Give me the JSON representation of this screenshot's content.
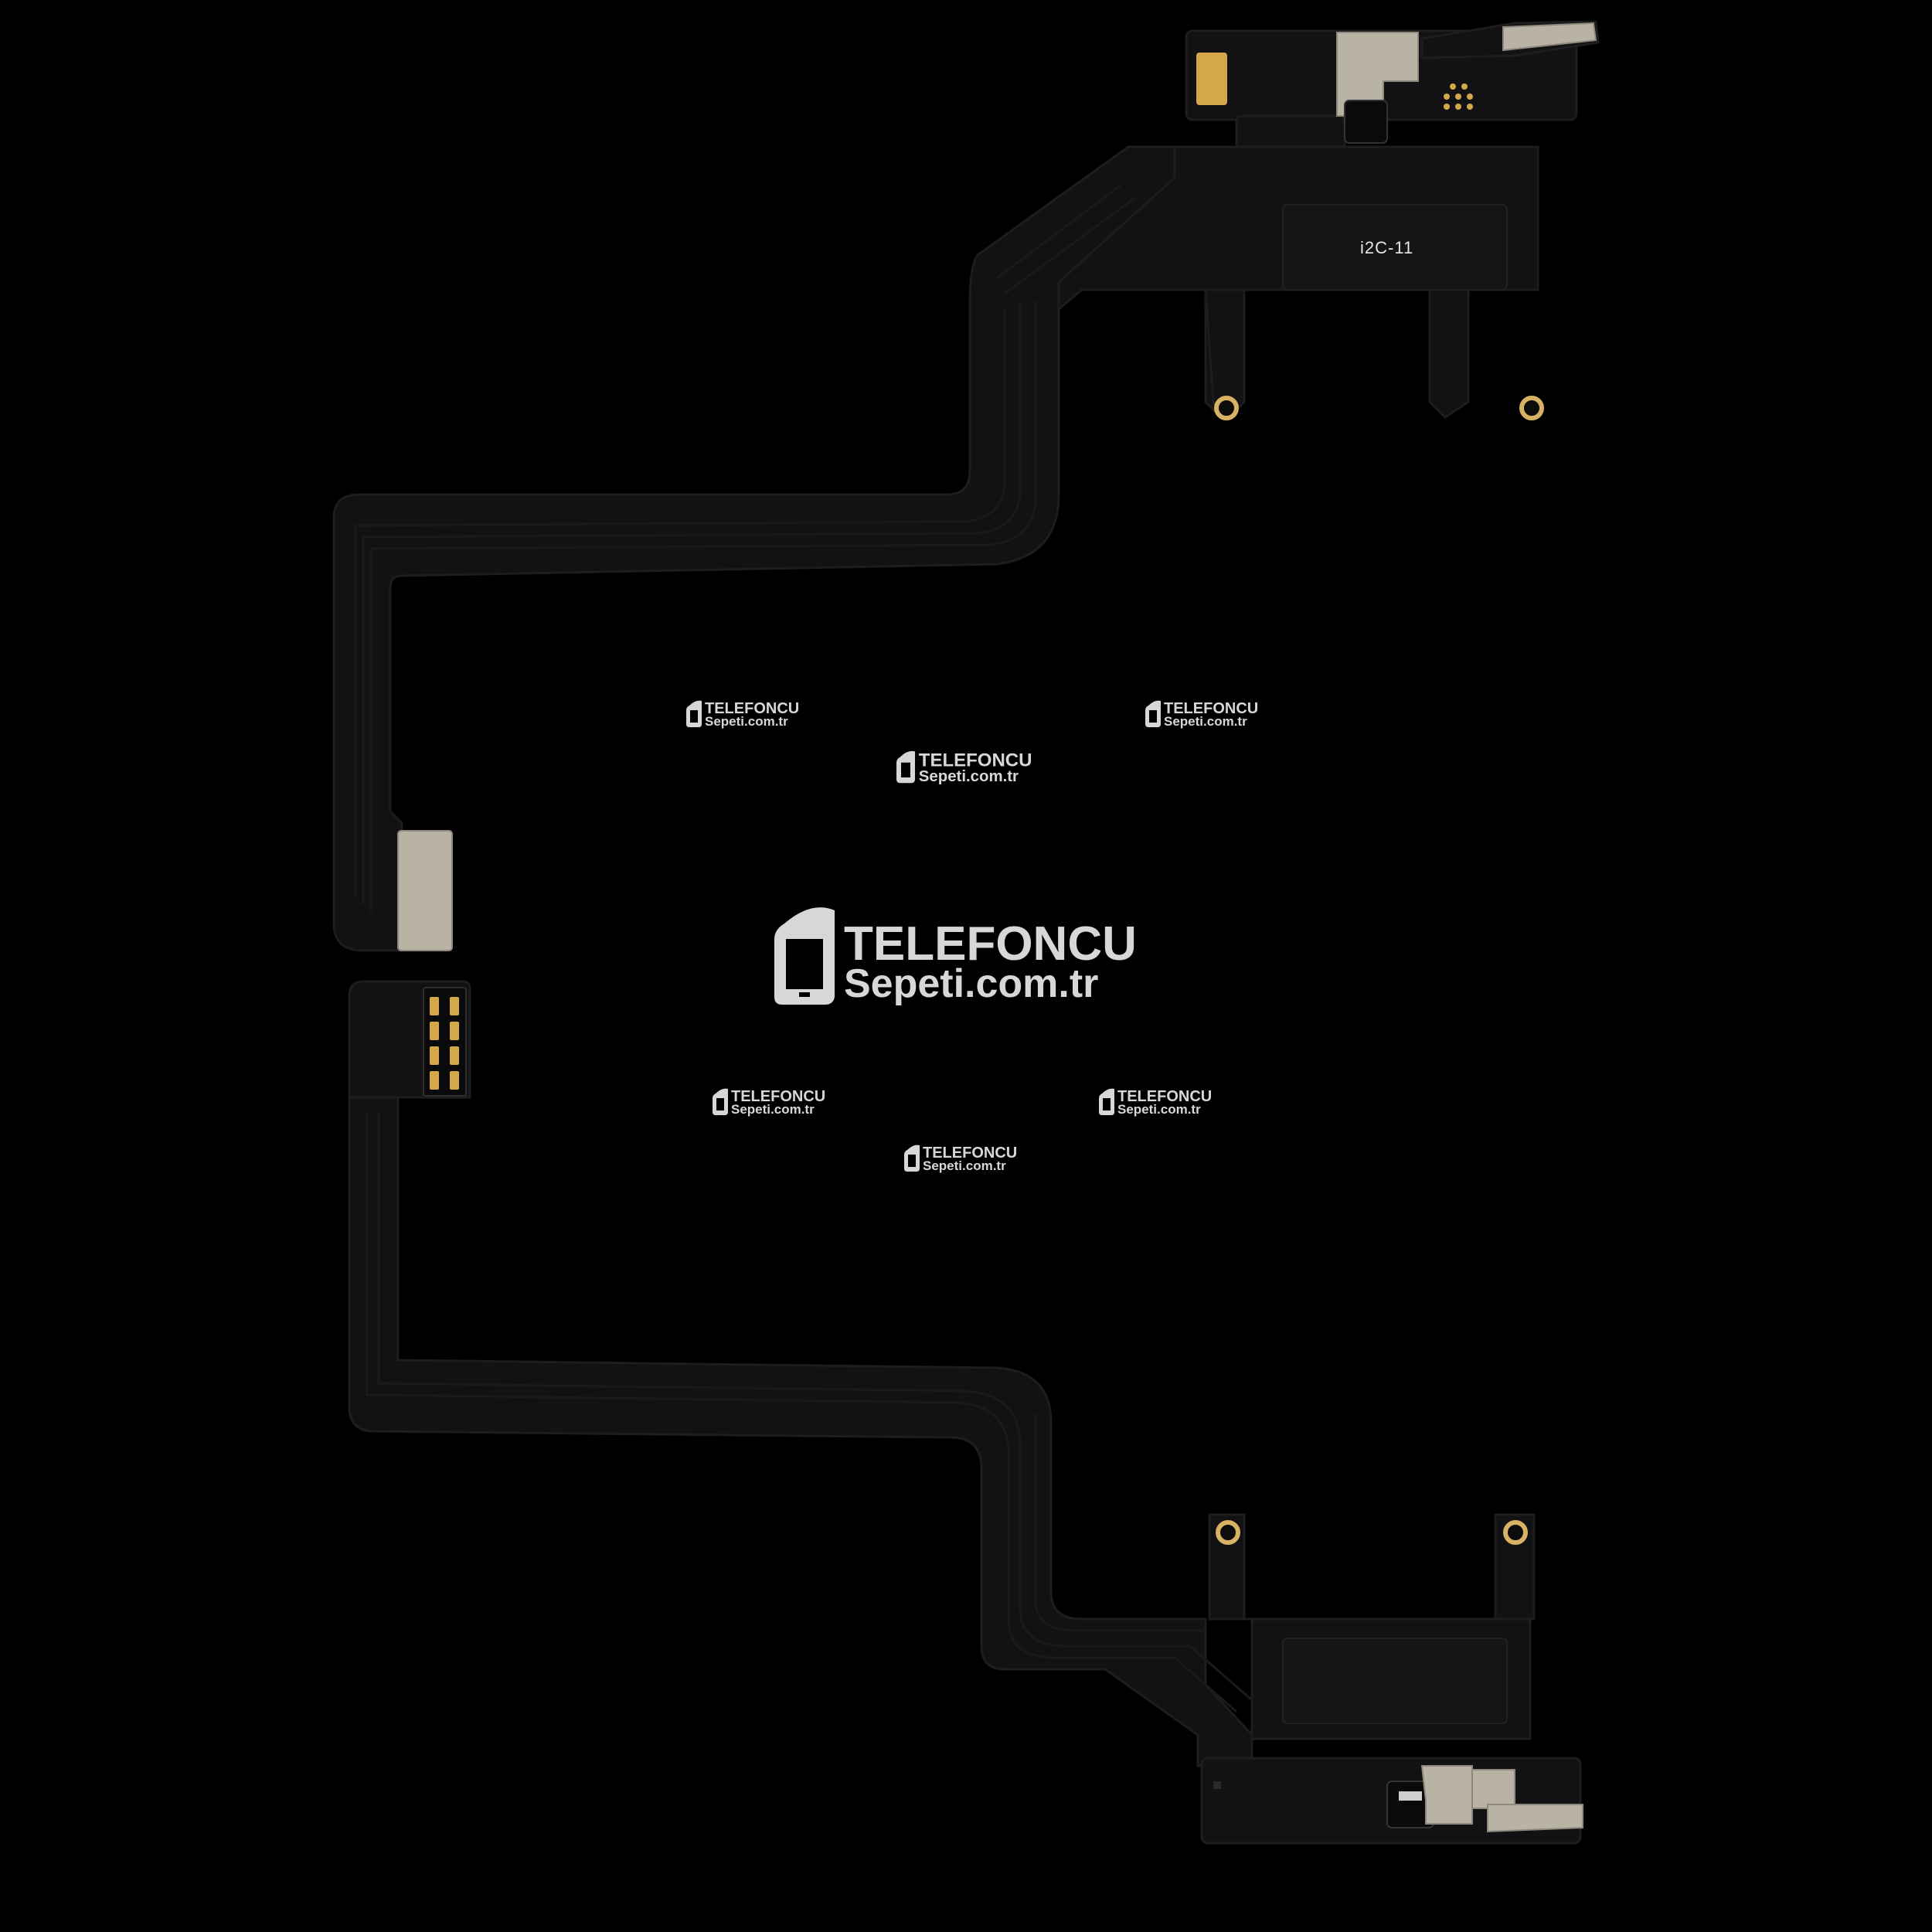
{
  "image": {
    "background": "#000000",
    "subject": "flex-cable"
  },
  "pcb_label": "i2C-11",
  "watermark": {
    "brand_line_1": "TELEFONCU",
    "brand_line_2": "Sepeti.com.tr",
    "icon": "phone-leaf-logo-icon",
    "color": "#d7d7d7"
  },
  "colors": {
    "flex": "#121214",
    "plate": "#b9b3a6",
    "gold": "#d4a74a"
  }
}
